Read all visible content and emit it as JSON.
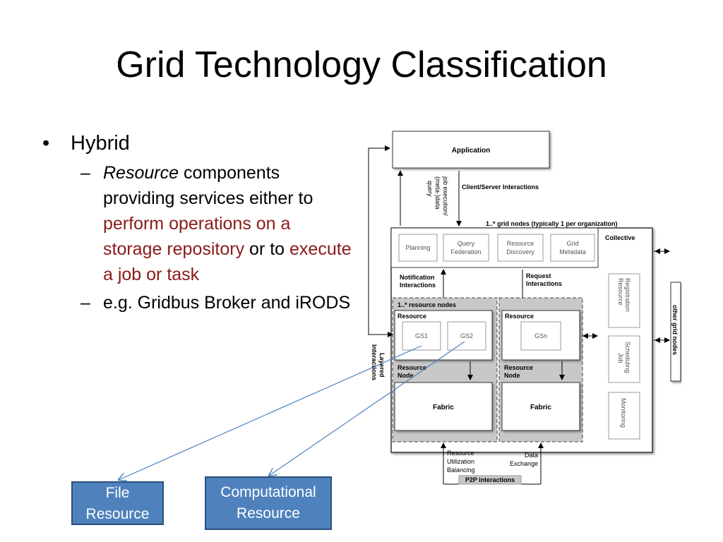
{
  "slide": {
    "title": "Grid Technology Classification",
    "bullet1": "Hybrid",
    "sub1": {
      "italic": "Resource",
      "text1": " components providing services either to ",
      "hl1": "perform operations on a storage repository",
      "text2": " or to ",
      "hl2": "execute a job or task"
    },
    "sub2": "e.g. Gridbus Broker and iRODS"
  },
  "diagram": {
    "application": "Application",
    "job_exec": [
      "job execution/",
      "(meta-)data",
      "query"
    ],
    "client_server": "Client/Server Interactions",
    "grid_nodes": "1..* grid nodes (typically 1 per organization)",
    "collective": "Collective",
    "planning": "Planning",
    "query_federation": [
      "Query",
      "Federation"
    ],
    "resource_discovery": [
      "Resource",
      "Discovery"
    ],
    "grid_metadata": [
      "Grid",
      "Metadata"
    ],
    "notification": [
      "Notification",
      "Interactions"
    ],
    "request": [
      "Request",
      "Interactions"
    ],
    "resource_nodes": "1..* resource nodes",
    "resource": "Resource",
    "gs1": "GS1",
    "gs2": "GS2",
    "gsn": "GSn",
    "resource_node": [
      "Resource",
      "Node"
    ],
    "fabric": "Fabric",
    "layered": [
      "Layered",
      "Interactions"
    ],
    "resource_registration": [
      "Resource",
      "Registration"
    ],
    "job_scheduling": [
      "Job",
      "Scheduling"
    ],
    "monitoring": "Monitoring",
    "other_grid_nodes": "other grid nodes",
    "resource_utilization": [
      "Resource",
      "Utilization",
      "Balancing"
    ],
    "data_exchange": [
      "Data",
      "Exchange"
    ],
    "p2p": "P2P interactions"
  },
  "callouts": {
    "file_resource": [
      "File",
      "Resource"
    ],
    "computational_resource": [
      "Computational",
      "Resource"
    ]
  },
  "colors": {
    "highlight": "#8b1a1a",
    "callout_fill": "#4f81bd",
    "arrow": "#4f81bd"
  }
}
